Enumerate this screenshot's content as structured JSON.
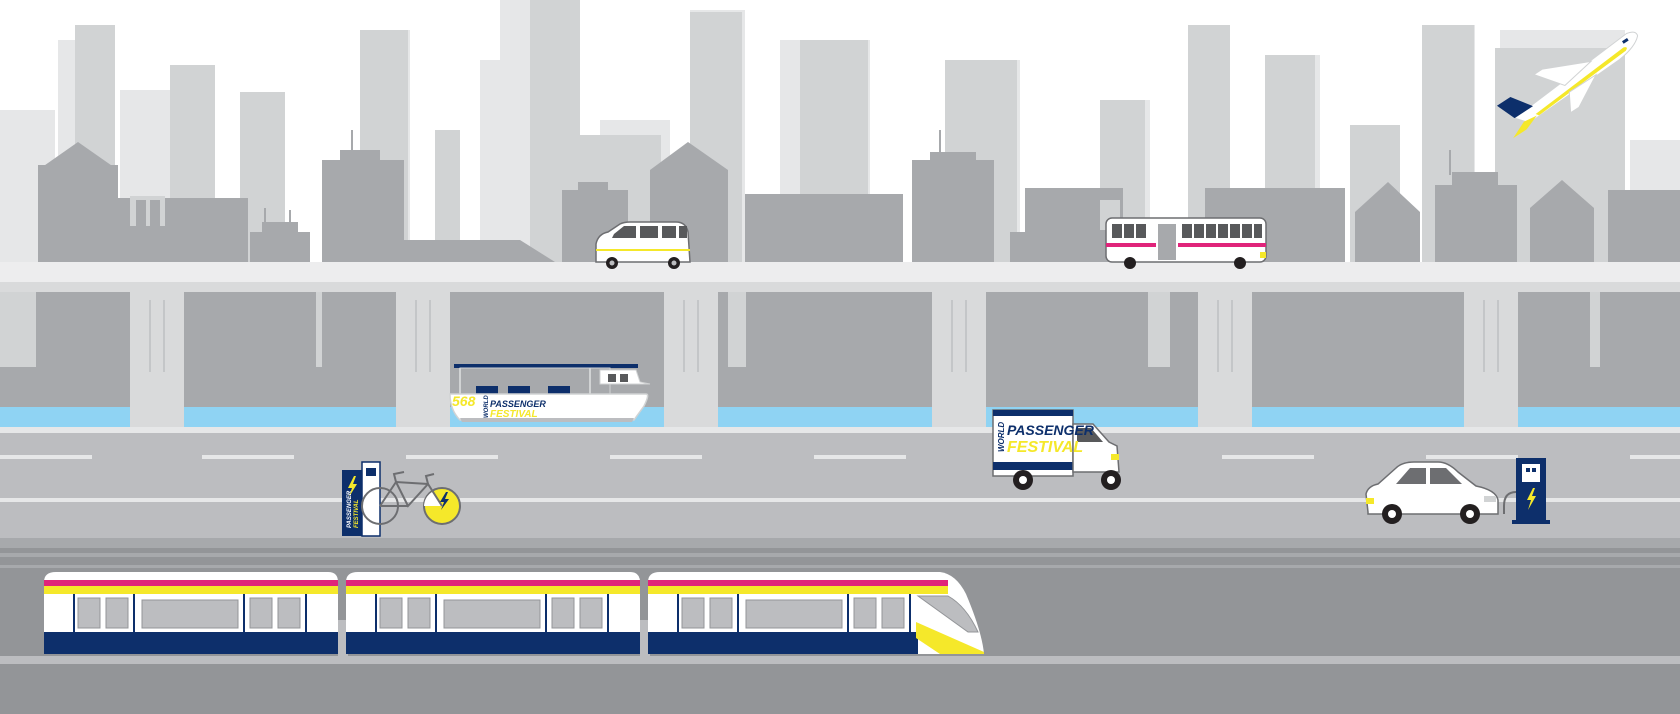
{
  "livery": {
    "line1": "WORLD",
    "line2": "PASSENGER",
    "line3": "FESTIVAL"
  },
  "boat": {
    "hull_number": "568"
  },
  "icons": [
    "airplane-icon",
    "van-icon",
    "city-bus-icon",
    "ferry-boat-icon",
    "delivery-van-icon",
    "bike-share-dock-icon",
    "bicycle-icon",
    "car-icon",
    "ev-charger-icon",
    "lightning-bolt-icon",
    "train-icon"
  ],
  "colors": {
    "navy": "#0d2f6b",
    "yellow": "#f5e82a",
    "magenta": "#e0247a",
    "water": "#8fd3f3",
    "road": "#bcbdc0",
    "building_dark": "#a6a7aa",
    "building_light": "#e6e7e8"
  }
}
